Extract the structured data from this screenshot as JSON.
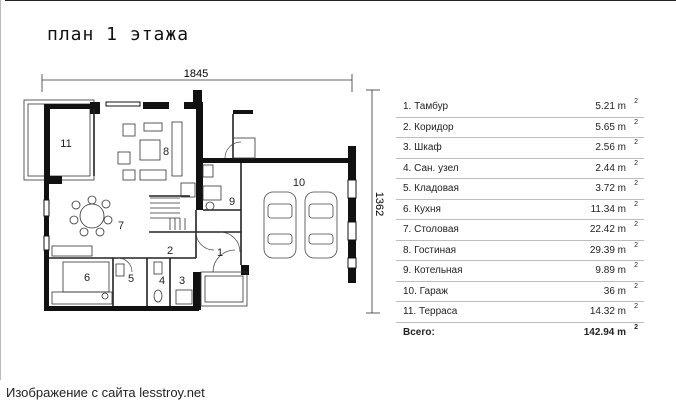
{
  "title": "план 1 этажа",
  "dimensions": {
    "width": "1845",
    "height": "1362"
  },
  "rooms": {
    "r1": "1",
    "r2": "2",
    "r3": "3",
    "r4": "4",
    "r5": "5",
    "r6": "6",
    "r7": "7",
    "r8": "8",
    "r9": "9",
    "r10": "10",
    "r11": "11"
  },
  "table": {
    "rows": [
      {
        "label": "1. Тамбур",
        "value": "5.21 m"
      },
      {
        "label": "2. Коридор",
        "value": "5.65 m"
      },
      {
        "label": "3. Шкаф",
        "value": "2.56 m"
      },
      {
        "label": "4. Сан. узел",
        "value": "2.44 m"
      },
      {
        "label": "5. Кладовая",
        "value": "3.72 m"
      },
      {
        "label": "6. Кухня",
        "value": "11.34 m"
      },
      {
        "label": "7. Столовая",
        "value": "22.42 m"
      },
      {
        "label": "8. Гостиная",
        "value": "29.39 m"
      },
      {
        "label": "9. Котельная",
        "value": "9.89 m"
      },
      {
        "label": "10. Гараж",
        "value": "36 m"
      },
      {
        "label": "11. Терраса",
        "value": "14.32 m"
      }
    ],
    "total": {
      "label": "Всего:",
      "value": "142.94 m"
    },
    "unit_sup": "2"
  },
  "caption": "Изображение с сайта lesstroy.net"
}
